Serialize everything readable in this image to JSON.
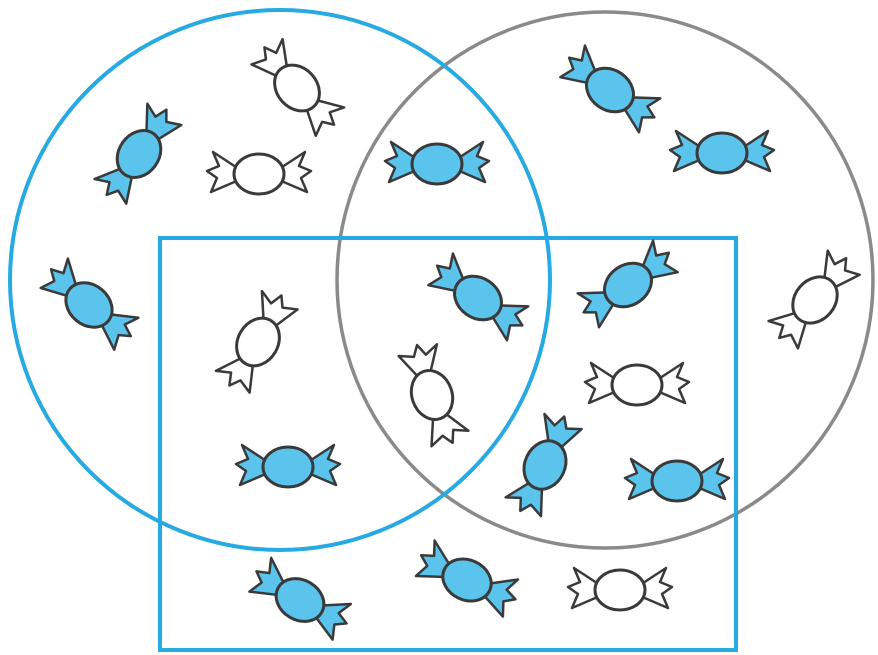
{
  "colors": {
    "blue_set": "#27a9e1",
    "gray_set": "#8a8a8a",
    "candy_blue": "#5bc4ec",
    "candy_white": "#ffffff",
    "outline": "#3a3a3a",
    "background": "#ffffff"
  },
  "sets": [
    {
      "shape": "circle",
      "color": "blue",
      "name": "blue-circle"
    },
    {
      "shape": "circle",
      "color": "gray",
      "name": "gray-circle"
    },
    {
      "shape": "rectangle",
      "color": "blue",
      "name": "blue-rectangle"
    }
  ],
  "candies": [
    {
      "region": "blue-circle-only",
      "fill": "white"
    },
    {
      "region": "blue-circle-only",
      "fill": "blue"
    },
    {
      "region": "blue-circle-only",
      "fill": "white"
    },
    {
      "region": "blue-circle-only",
      "fill": "blue"
    },
    {
      "region": "blue-circle-and-gray-circle",
      "fill": "blue"
    },
    {
      "region": "gray-circle-only",
      "fill": "blue"
    },
    {
      "region": "gray-circle-only",
      "fill": "blue"
    },
    {
      "region": "gray-circle-only",
      "fill": "white"
    },
    {
      "region": "blue-circle-and-rectangle",
      "fill": "white"
    },
    {
      "region": "blue-circle-and-rectangle",
      "fill": "blue"
    },
    {
      "region": "all-three",
      "fill": "blue"
    },
    {
      "region": "all-three",
      "fill": "white"
    },
    {
      "region": "gray-circle-and-rectangle",
      "fill": "blue"
    },
    {
      "region": "gray-circle-and-rectangle",
      "fill": "white"
    },
    {
      "region": "gray-circle-and-rectangle",
      "fill": "blue"
    },
    {
      "region": "gray-circle-and-rectangle",
      "fill": "blue"
    },
    {
      "region": "rectangle-only",
      "fill": "blue"
    },
    {
      "region": "rectangle-only",
      "fill": "blue"
    },
    {
      "region": "rectangle-only",
      "fill": "white"
    }
  ]
}
